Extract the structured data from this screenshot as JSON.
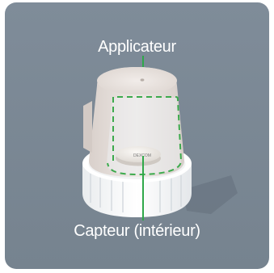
{
  "diagram": {
    "label_applicator": "Applicateur",
    "label_sensor": "Capteur (intérieur)",
    "sensor_brand": "DEXCOM"
  },
  "colors": {
    "card_background": "#7E8B98",
    "callout_line": "#2FA84A",
    "applicator_outline": "#3CAA4C",
    "applicator_body": "#E6E0DC",
    "base_ring": "#F7F8F9"
  }
}
